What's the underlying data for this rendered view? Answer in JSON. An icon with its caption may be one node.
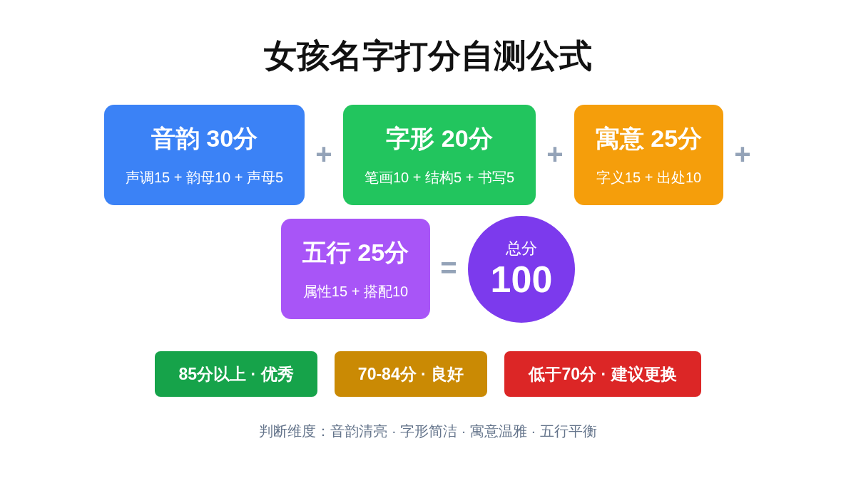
{
  "diagram": {
    "title": "女孩名字打分自测公式",
    "nodes": [
      {
        "text": [
          "音韵 30分",
          "声调15 + 韵母10 + 声母5"
        ]
      },
      {
        "text": [
          "字形 20分",
          "笔画10 + 结构5 + 书写5"
        ]
      },
      {
        "text": [
          "寓意 25分",
          "字义15 + 出处10"
        ]
      },
      {
        "text": [
          "五行 25分",
          "属性15 + 搭配10"
        ]
      },
      {
        "text": [
          "总分",
          "100"
        ]
      },
      {
        "text": [
          "85分以上 · 优秀"
        ]
      },
      {
        "text": [
          "70-84分 · 良好"
        ]
      },
      {
        "text": [
          "低于70分 · 建议更换"
        ]
      }
    ],
    "edges": [],
    "labels": [
      "+",
      "+",
      "+",
      "=",
      "判断维度：音韵清亮 · 字形简洁 · 寓意温雅 · 五行平衡"
    ]
  }
}
